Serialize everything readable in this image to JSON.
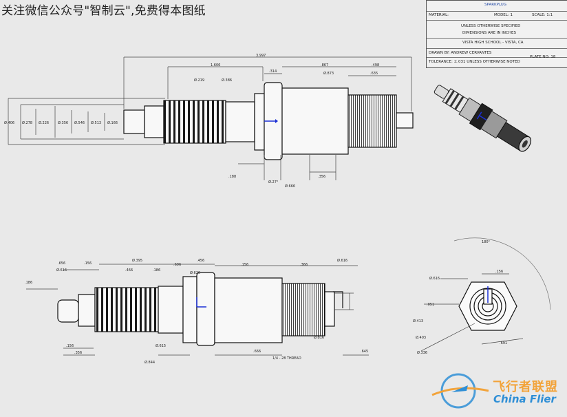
{
  "banner": {
    "text": "关注微信公众号\"智制云\",免费得本图纸"
  },
  "title_block": {
    "title": "SPARKPLUG",
    "material": "MATERIAL:",
    "model": "MODEL: 1",
    "scale": "SCALE: 1:1",
    "note1": "UNLESS OTHERWISE SPECIFIED",
    "note2": "DIMENSIONS ARE IN INCHES",
    "school": "VISTA HIGH SCHOOL - VISTA, CA",
    "drawn_by": "DRAWN BY: ANDREW CERVANTES",
    "tolerance": "TOLERANCE: ±.031 UNLESS OTHERWISE NOTED",
    "plate": "PLATE NO: 18"
  },
  "dims": {
    "top_overall": "3.997",
    "top_1": "1.606",
    "top_2": ".314",
    "top_3": ".867",
    "top_4": ".498",
    "top_5": ".635",
    "dia_a": "Ø.219",
    "dia_b": "Ø.386",
    "dia_c": "Ø.873",
    "left_1": "Ø.406",
    "left_2": "Ø.278",
    "left_3": "Ø.226",
    "left_4": "Ø.356",
    "left_5": "Ø.546",
    "left_6": "Ø.513",
    "left_7": "Ø.166",
    "bottom_1": ".188",
    "bottom_2": "Ø.27°",
    "bottom_3": "Ø.666",
    "bottom_4": ".356",
    "mid_1": ".656",
    "mid_2": "Ø.616",
    "mid_3": ".156",
    "mid_4": "Ø.395",
    "mid_5": ".466",
    "mid_6": ".186",
    "mid_7": ".456",
    "mid_8": ".696",
    "mid_9": "Ø.626",
    "mid_10": ".156",
    "mid_11": ".366",
    "mid_12": "Ø.616",
    "mid_13": ".186",
    "mid_14": "Ø.844",
    "mid_15": ".666",
    "mid_16": ".645",
    "mid_17": "1/4 - 28 THREAD",
    "mid_18": "Ø.615",
    "mid_19": ".156",
    "mid_20": ".356",
    "mid_21": "Ø.816",
    "end_1": "180°",
    "end_2": "Ø.616",
    "end_3": ".156",
    "end_4": ".051",
    "end_5": "Ø.413",
    "end_6": "Ø.403",
    "end_7": "Ø.336",
    "end_8": ".691"
  },
  "watermark": {
    "cn": "飞行者联盟",
    "en": "China Flier"
  }
}
